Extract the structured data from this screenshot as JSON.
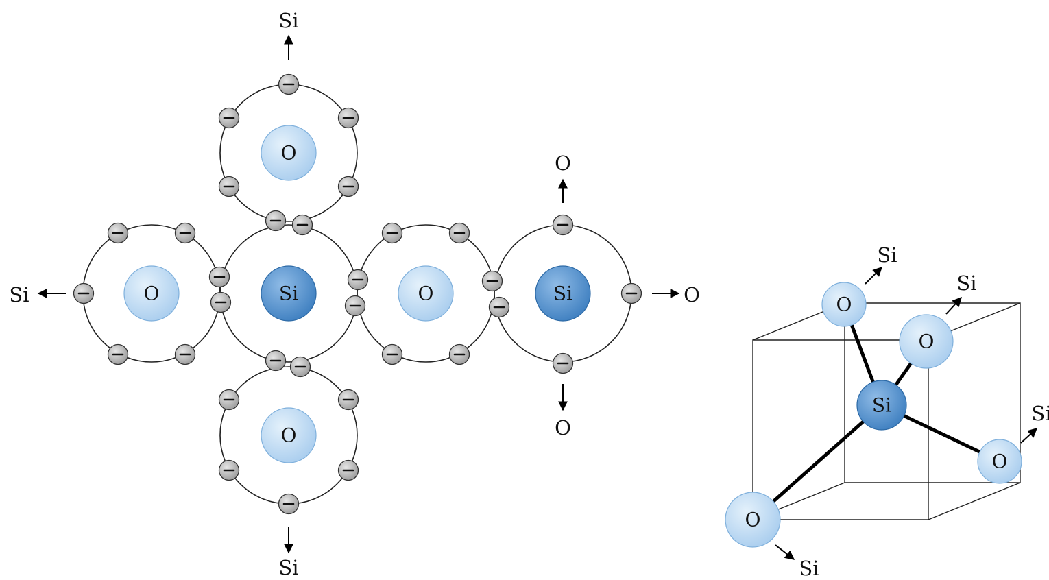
{
  "labels": {
    "silicon": "Si",
    "oxygen": "O"
  },
  "colors": {
    "oxygen_fill": "#a9cdee",
    "oxygen_fill_light": "#e4f1fb",
    "silicon_fill": "#3e7fc0",
    "silicon_fill_light": "#8fbbe6",
    "electron_fill": "#9a9a9a",
    "electron_fill_light": "#e6e6e6",
    "line": "#222222"
  },
  "icons": {
    "electron": "minus-sign-in-grey-circle",
    "bond_direction": "arrow"
  }
}
